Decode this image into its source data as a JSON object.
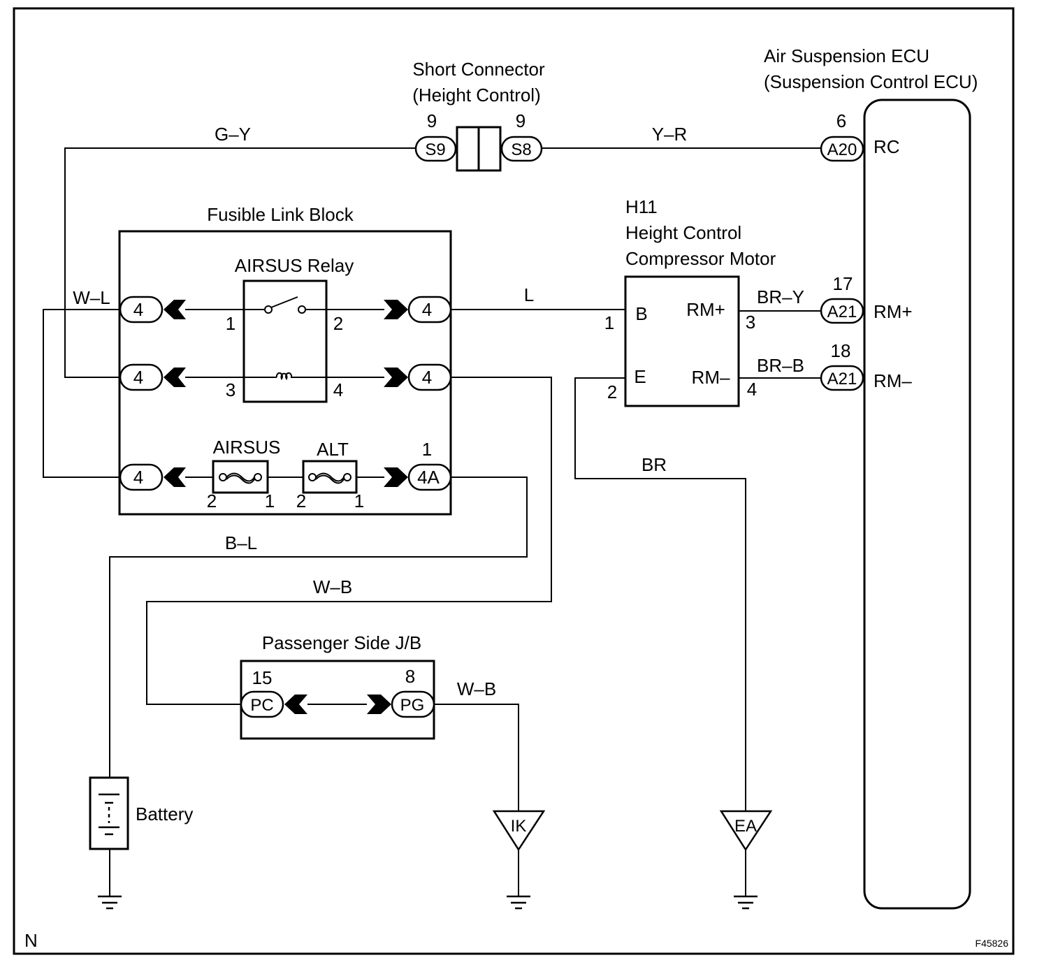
{
  "colors": {
    "line": "#000000",
    "background": "#ffffff"
  },
  "corner_label": "N",
  "figure_id": "F45826",
  "short_connector": {
    "title": "Short Connector",
    "subtitle": "(Height Control)",
    "left": {
      "pin": "9",
      "code": "S9"
    },
    "right": {
      "pin": "9",
      "code": "S8"
    }
  },
  "ecu": {
    "title": "Air Suspension ECU",
    "subtitle": "(Suspension Control ECU)",
    "rc": {
      "pin": "6",
      "code": "A20",
      "terminal": "RC"
    },
    "rm_plus": {
      "pin": "17",
      "code": "A21",
      "terminal": "RM+"
    },
    "rm_minus": {
      "pin": "18",
      "code": "A21",
      "terminal": "RM–"
    }
  },
  "fusible_link_block": {
    "title": "Fusible Link Block",
    "relay": {
      "title": "AIRSUS Relay",
      "pins": [
        "1",
        "2",
        "3",
        "4"
      ]
    },
    "left_connectors": [
      "4",
      "4",
      "4"
    ],
    "right_connectors": [
      "4",
      "4",
      "4A"
    ],
    "right_connector_pin": "1",
    "fuses": [
      {
        "name": "AIRSUS",
        "pin_left": "2",
        "pin_right": "1"
      },
      {
        "name": "ALT",
        "pin_left": "2",
        "pin_right": "1"
      }
    ]
  },
  "compressor_motor": {
    "code": "H11",
    "title_line1": "Height Control",
    "title_line2": "Compressor Motor",
    "terminals": {
      "b": "B",
      "e": "E",
      "rm_plus": "RM+",
      "rm_minus": "RM–"
    },
    "pins": {
      "b": "1",
      "e": "2",
      "rm_plus": "3",
      "rm_minus": "4"
    }
  },
  "passenger_jb": {
    "title": "Passenger Side J/B",
    "pc": {
      "pin": "15",
      "code": "PC"
    },
    "pg": {
      "pin": "8",
      "code": "PG"
    }
  },
  "wires": {
    "g_y": "G–Y",
    "y_r": "Y–R",
    "w_l": "W–L",
    "l": "L",
    "br_y": "BR–Y",
    "br_b": "BR–B",
    "br": "BR",
    "b_l": "B–L",
    "w_b_relay": "W–B",
    "w_b_ground": "W–B"
  },
  "battery": {
    "label": "Battery"
  },
  "grounds": {
    "ik": "IK",
    "ea": "EA"
  }
}
